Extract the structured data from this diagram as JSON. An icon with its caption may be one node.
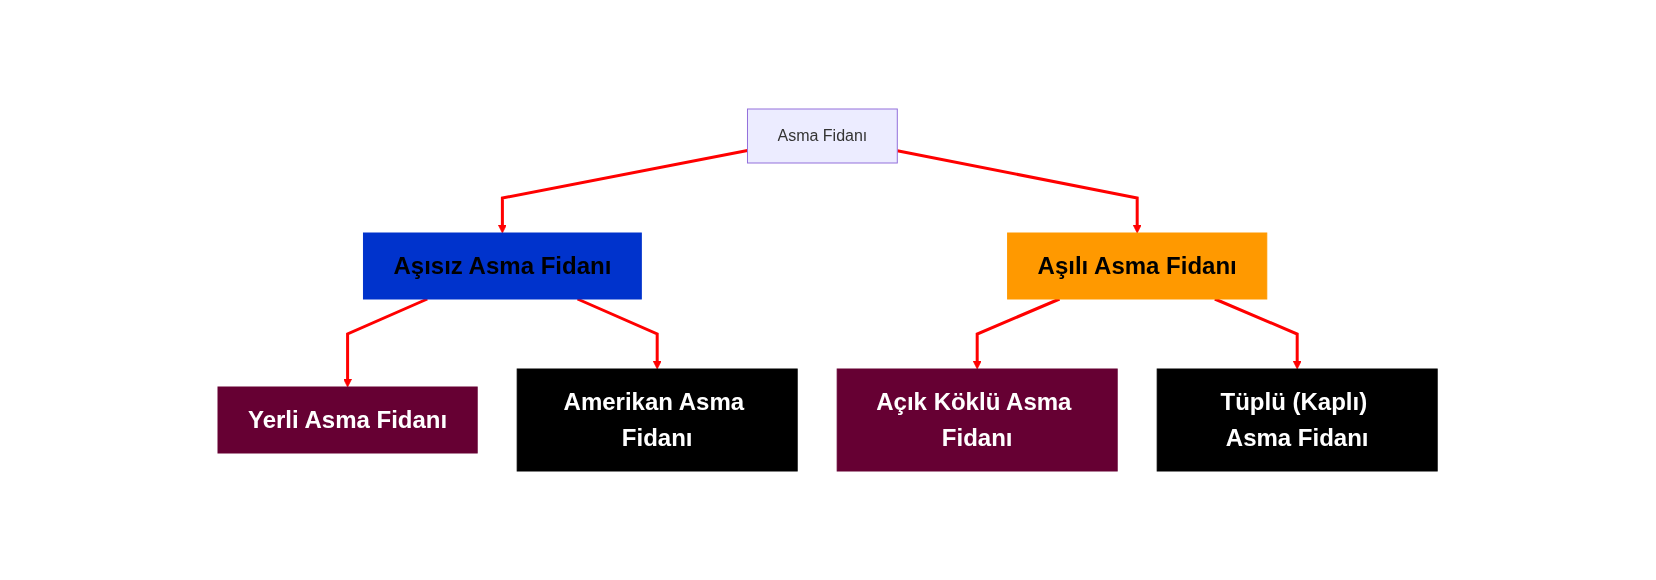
{
  "diagram": {
    "nodes": [
      {
        "text": [
          "Asma Fidanı"
        ]
      },
      {
        "text": [
          "Aşısız Asma Fidanı"
        ]
      },
      {
        "text": [
          "Aşılı Asma Fidanı"
        ]
      },
      {
        "text": [
          "Yerli Asma Fidanı"
        ]
      },
      {
        "text": [
          "Amerikan Asma Fidanı"
        ]
      },
      {
        "text": [
          "Açık Köklü Asma Fidanı"
        ]
      },
      {
        "text": [
          "Tüplü (Kaplı) Asma Fidanı"
        ]
      }
    ],
    "edges": [
      {
        "from": 0,
        "to": 1,
        "arrow": "to"
      },
      {
        "from": 0,
        "to": 2,
        "arrow": "to"
      },
      {
        "from": 1,
        "to": 3,
        "arrow": "to"
      },
      {
        "from": 1,
        "to": 4,
        "arrow": "to"
      },
      {
        "from": 2,
        "to": 5,
        "arrow": "to"
      },
      {
        "from": 2,
        "to": 6,
        "arrow": "to"
      }
    ]
  }
}
